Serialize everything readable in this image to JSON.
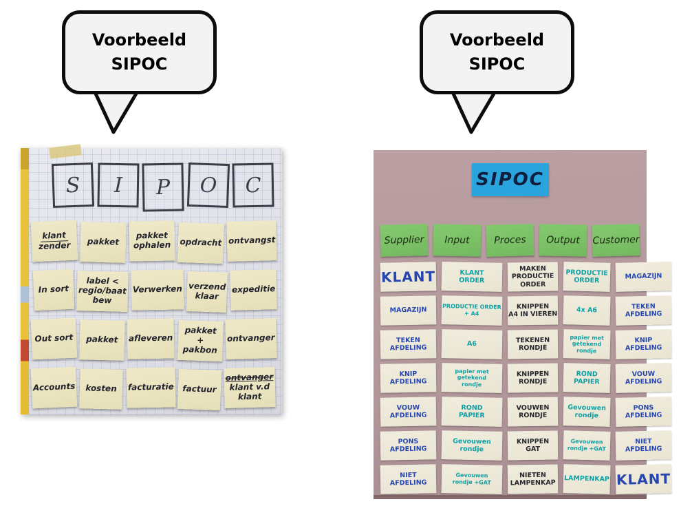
{
  "bubble_left": {
    "line1": "Voorbeeld",
    "line2": "SIPOC"
  },
  "bubble_right": {
    "line1": "Voorbeeld",
    "line2": "SIPOC"
  },
  "colors": {
    "bubble_fill": "#f3f3f3",
    "wall_pink": "#b2979b",
    "sipoc_card_blue": "#2ba3dc",
    "header_green": "#7cc167",
    "note_yellow": "#efeadb",
    "ink_blue": "#2645b0",
    "ink_teal": "#0da0a4",
    "ink_black": "#24262c"
  },
  "left_photo": {
    "title_letters": [
      "S",
      "I",
      "P",
      "O",
      "C"
    ],
    "rows": [
      {
        "cells": [
          {
            "lines": [
              "klant",
              "zender"
            ],
            "deco": "fraction"
          },
          {
            "lines": [
              "pakket"
            ]
          },
          {
            "lines": [
              "pakket",
              "ophalen"
            ]
          },
          {
            "lines": [
              "opdracht"
            ]
          },
          {
            "lines": [
              "ontvangst"
            ]
          }
        ]
      },
      {
        "cells": [
          {
            "lines": [
              "In sort"
            ]
          },
          {
            "lines": [
              "label <",
              "regio/baat",
              "bew"
            ]
          },
          {
            "lines": [
              "Verwerken"
            ]
          },
          {
            "lines": [
              "verzend",
              "klaar"
            ]
          },
          {
            "lines": [
              "expeditie"
            ]
          }
        ]
      },
      {
        "cells": [
          {
            "lines": [
              "Out sort"
            ]
          },
          {
            "lines": [
              "pakket"
            ]
          },
          {
            "lines": [
              "afleveren"
            ]
          },
          {
            "lines": [
              "pakket",
              "+",
              "pakbon"
            ]
          },
          {
            "lines": [
              "ontvanger"
            ]
          }
        ]
      },
      {
        "cells": [
          {
            "lines": [
              "Accounts"
            ]
          },
          {
            "lines": [
              "kosten"
            ]
          },
          {
            "lines": [
              "facturatie"
            ]
          },
          {
            "lines": [
              "factuur"
            ]
          },
          {
            "lines": [
              "ontvanger",
              "klant v.d",
              "klant"
            ],
            "deco": "strike-first"
          }
        ]
      }
    ]
  },
  "right_photo": {
    "title": "SIPOC",
    "headers": [
      "Supplier",
      "Input",
      "Proces",
      "Output",
      "Customer"
    ],
    "rows": [
      {
        "cells": [
          {
            "lines": [
              "KLANT"
            ],
            "ink": "blue",
            "size": "lg"
          },
          {
            "lines": [
              "KLANT",
              "ORDER"
            ],
            "ink": "teal"
          },
          {
            "lines": [
              "MAKEN",
              "PRODUCTIE",
              "ORDER"
            ],
            "ink": "black"
          },
          {
            "lines": [
              "PRODUCTIE",
              "ORDER"
            ],
            "ink": "teal"
          },
          {
            "lines": [
              "MAGAZIJN"
            ],
            "ink": "blue"
          }
        ]
      },
      {
        "cells": [
          {
            "lines": [
              "MAGAZIJN"
            ],
            "ink": "blue"
          },
          {
            "lines": [
              "PRODUCTIE ORDER",
              "+ A4"
            ],
            "ink": "teal",
            "size": "sm"
          },
          {
            "lines": [
              "KNIPPEN",
              "A4 IN VIEREN"
            ],
            "ink": "black"
          },
          {
            "lines": [
              "4x A6"
            ],
            "ink": "teal"
          },
          {
            "lines": [
              "TEKEN",
              "AFDELING"
            ],
            "ink": "blue"
          }
        ]
      },
      {
        "cells": [
          {
            "lines": [
              "TEKEN",
              "AFDELING"
            ],
            "ink": "blue"
          },
          {
            "lines": [
              "A6"
            ],
            "ink": "teal"
          },
          {
            "lines": [
              "TEKENEN",
              "RONDJE"
            ],
            "ink": "black"
          },
          {
            "lines": [
              "papier met",
              "getekend",
              "rondje"
            ],
            "ink": "teal",
            "size": "sm"
          },
          {
            "lines": [
              "KNIP",
              "AFDELING"
            ],
            "ink": "blue"
          }
        ]
      },
      {
        "cells": [
          {
            "lines": [
              "KNIP",
              "AFDELING"
            ],
            "ink": "blue"
          },
          {
            "lines": [
              "papier met",
              "getekend",
              "rondje"
            ],
            "ink": "teal",
            "size": "sm"
          },
          {
            "lines": [
              "KNIPPEN",
              "RONDJE"
            ],
            "ink": "black"
          },
          {
            "lines": [
              "ROND",
              "PAPIER"
            ],
            "ink": "teal"
          },
          {
            "lines": [
              "VOUW",
              "AFDELING"
            ],
            "ink": "blue"
          }
        ]
      },
      {
        "cells": [
          {
            "lines": [
              "VOUW",
              "AFDELING"
            ],
            "ink": "blue"
          },
          {
            "lines": [
              "ROND",
              "PAPIER"
            ],
            "ink": "teal"
          },
          {
            "lines": [
              "VOUWEN",
              "RONDJE"
            ],
            "ink": "black"
          },
          {
            "lines": [
              "Gevouwen",
              "rondje"
            ],
            "ink": "teal"
          },
          {
            "lines": [
              "PONS",
              "AFDELING"
            ],
            "ink": "blue"
          }
        ]
      },
      {
        "cells": [
          {
            "lines": [
              "PONS",
              "AFDELING"
            ],
            "ink": "blue"
          },
          {
            "lines": [
              "Gevouwen",
              "rondje"
            ],
            "ink": "teal"
          },
          {
            "lines": [
              "KNIPPEN",
              "GAT"
            ],
            "ink": "black"
          },
          {
            "lines": [
              "Gevouwen",
              "rondje +GAT"
            ],
            "ink": "teal",
            "size": "sm"
          },
          {
            "lines": [
              "NIET",
              "AFDELING"
            ],
            "ink": "blue"
          }
        ]
      },
      {
        "cells": [
          {
            "lines": [
              "NIET",
              "AFDELING"
            ],
            "ink": "blue"
          },
          {
            "lines": [
              "Gevouwen",
              "rondje +GAT"
            ],
            "ink": "teal",
            "size": "sm"
          },
          {
            "lines": [
              "NIETEN",
              "LAMPENKAP"
            ],
            "ink": "black"
          },
          {
            "lines": [
              "LAMPENKAP"
            ],
            "ink": "teal"
          },
          {
            "lines": [
              "KLANT"
            ],
            "ink": "blue",
            "size": "lg"
          }
        ]
      }
    ]
  }
}
